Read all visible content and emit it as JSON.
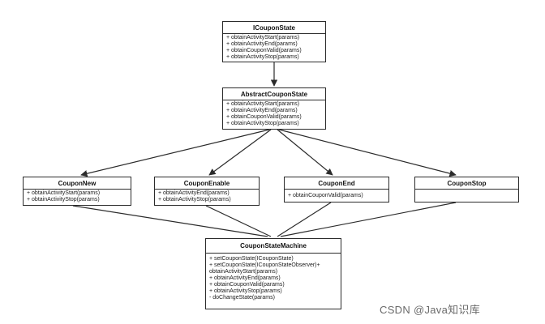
{
  "boxes": {
    "icouponstate": {
      "title": "ICouponState",
      "methods": [
        "+ obtainActivityStart(params)",
        "+ obtainActivityEnd(params)",
        "+ obtainCouponValid(params)",
        "+ obtainActivityStop(params)"
      ]
    },
    "abstract": {
      "title": "AbstractCouponState",
      "methods": [
        "+ obtainActivityStart(params)",
        "+ obtainActivityEnd(params)",
        "+ obtainCouponValid(params)",
        "+ obtainActivityStop(params)"
      ]
    },
    "new": {
      "title": "CouponNew",
      "methods": [
        "+ obtainActivityStart(params)",
        "+ obtainActivityStop(params)"
      ]
    },
    "enable": {
      "title": "CouponEnable",
      "methods": [
        "+ obtainActivityEnd(params)",
        "+ obtainActivityStop(params)"
      ]
    },
    "end": {
      "title": "CouponEnd",
      "methods": [
        "+ obtainCouponValid(params)"
      ]
    },
    "stop": {
      "title": "CouponStop",
      "methods": []
    },
    "machine": {
      "title": "CouponStateMachine",
      "methods": [
        "+ setCouponState(ICouponState)",
        "+ setCouponState(ICouponStateObserver)+",
        "obtainActivityStart(params)",
        "+ obtainActivityEnd(params)",
        "+ obtainCouponValid(params)",
        "+ obtainActivityStop(params)",
        "- doChangeState(params)"
      ]
    }
  },
  "watermark": "CSDN @Java知识库"
}
